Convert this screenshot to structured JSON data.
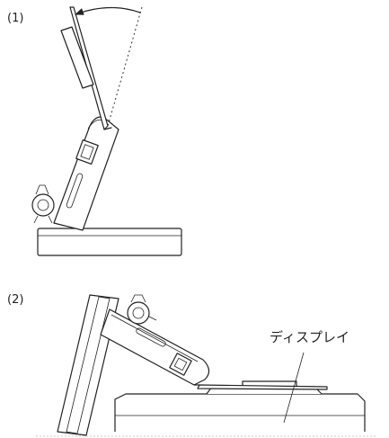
{
  "steps": {
    "step1_label": "(1)",
    "step2_label": "(2)"
  },
  "callout": {
    "display_label": "ディスプレイ"
  },
  "icons": {
    "rotation_arrow": "curved-arrow-icon",
    "clamp": "clamp-knob-icon"
  },
  "colors": {
    "line": "#222222",
    "background": "#ffffff"
  }
}
